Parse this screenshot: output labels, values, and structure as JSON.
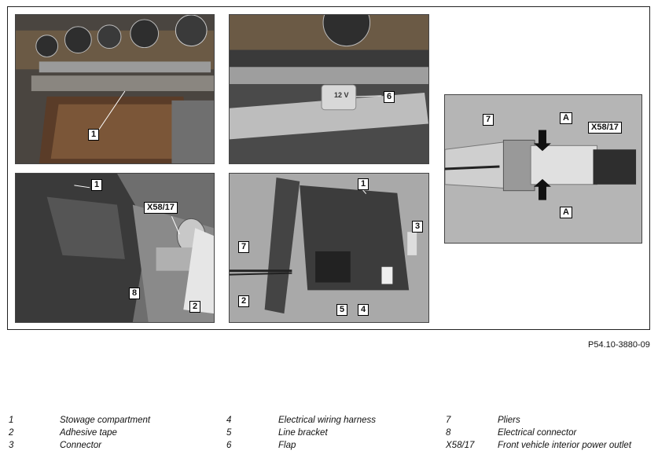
{
  "figure": {
    "reference": "P54.10-3880-09",
    "photo_labels": {
      "p1": [
        "1"
      ],
      "p2": [
        "6"
      ],
      "p2_outlet_text": "12 V",
      "p3": [
        "1",
        "X58/17",
        "8",
        "2"
      ],
      "p4": [
        "1",
        "3",
        "7",
        "2",
        "5",
        "4"
      ],
      "p5": [
        "7",
        "A",
        "X58/17",
        "A"
      ]
    }
  },
  "legend": [
    {
      "num": "1",
      "label": "Stowage compartment"
    },
    {
      "num": "2",
      "label": "Adhesive tape"
    },
    {
      "num": "3",
      "label": "Connector"
    },
    {
      "num": "4",
      "label": "Electrical wiring harness"
    },
    {
      "num": "5",
      "label": "Line bracket"
    },
    {
      "num": "6",
      "label": "Flap"
    },
    {
      "num": "7",
      "label": "Pliers"
    },
    {
      "num": "8",
      "label": "Electrical connector"
    },
    {
      "num": "X58/17",
      "label": "Front vehicle interior power outlet"
    }
  ]
}
